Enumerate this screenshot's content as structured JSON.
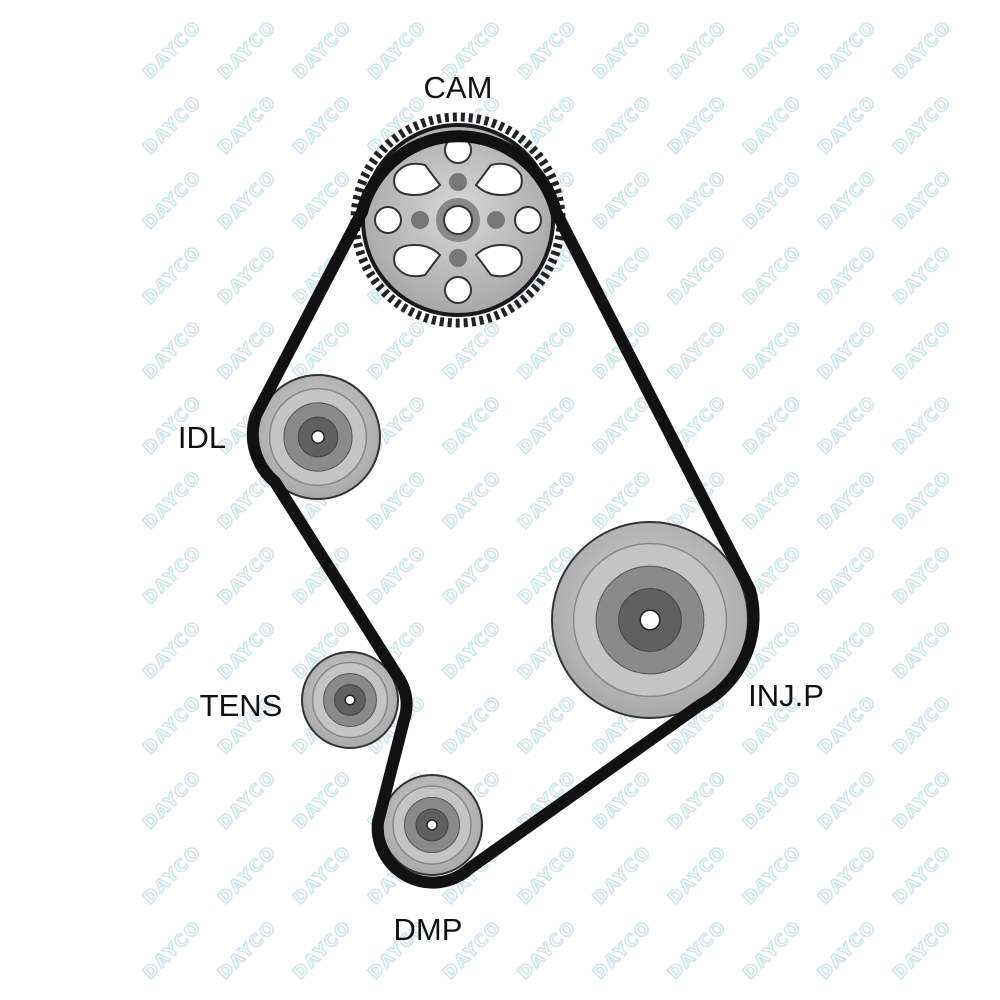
{
  "watermark": "DAYCO",
  "labels": {
    "cam": "CAM",
    "idl": "IDL",
    "tens": "TENS",
    "injp": "INJ.P",
    "dmp": "DMP"
  },
  "colors": {
    "belt": "#111111",
    "pulley": "#b9b9b9",
    "hub": "#6e6e6e",
    "watermark": "#cfe6ec"
  }
}
